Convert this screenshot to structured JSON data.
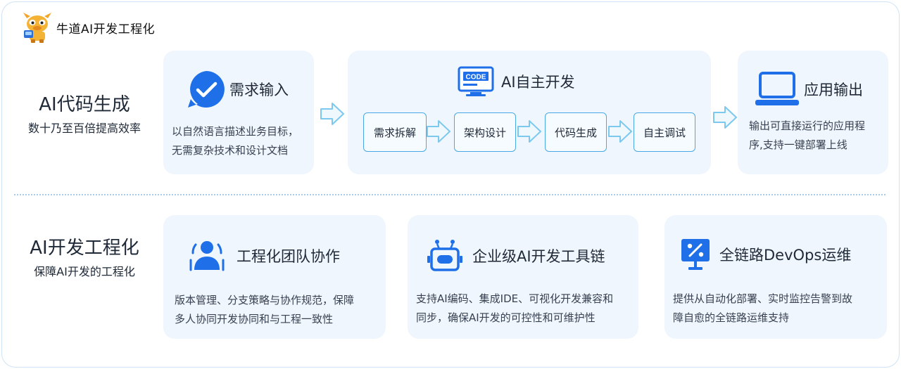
{
  "brand": {
    "name": "牛道AI开发工程化"
  },
  "row1": {
    "title": "AI代码生成",
    "subtitle": "数十乃至百倍提高效率",
    "requirement": {
      "title": "需求输入",
      "desc_lines": [
        "以自然语言描述业务目标，",
        "无需复杂技术和设计文档"
      ],
      "icon": "check-bubble-icon"
    },
    "dev": {
      "title": "AI自主开发",
      "icon_text": "CODE",
      "steps": [
        "需求拆解",
        "架构设计",
        "代码生成",
        "自主调试"
      ]
    },
    "output": {
      "title": "应用输出",
      "desc_lines": [
        "输出可直接运行的应用程",
        "序,支持一键部署上线"
      ],
      "icon": "laptop-icon"
    }
  },
  "row2": {
    "title": "AI开发工程化",
    "subtitle": "保障AI开发的工程化",
    "cards": [
      {
        "title": "工程化团队协作",
        "desc_lines": [
          "版本管理、分支策略与协作规范，保障",
          "多人协同开发协同和与工程一致性"
        ],
        "icon": "team-icon"
      },
      {
        "title": "企业级AI开发工具链",
        "desc_lines": [
          "支持AI编码、集成IDE、可视化开发兼容和",
          "同步，确保AI开发的可控性和可维护性"
        ],
        "icon": "robot-icon"
      },
      {
        "title": "全链路DevOps运维",
        "desc_lines": [
          "提供从自动化部署、实时监控告警到故",
          "障自愈的全链路运维支持"
        ],
        "icon": "monitor-percent-icon"
      }
    ]
  },
  "colors": {
    "accent": "#1e6fe8",
    "card_bg": "#f0f6fd",
    "arrow": "#7cc8ef",
    "step_border": "#4aa8e6"
  }
}
